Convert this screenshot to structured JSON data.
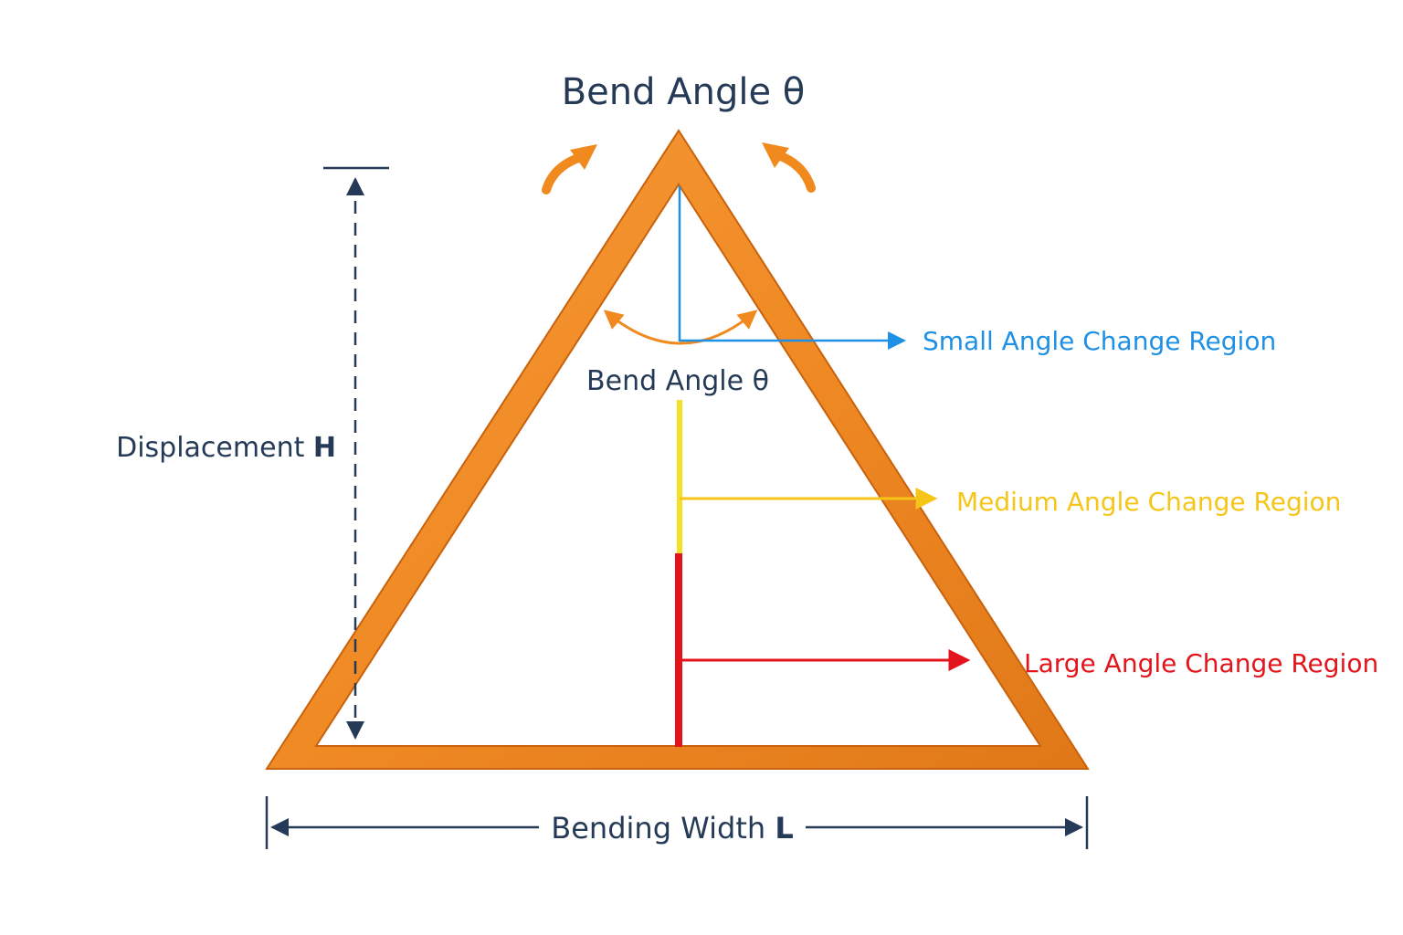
{
  "title": "Bend Angle θ",
  "inner_angle_label": "Bend Angle θ",
  "displacement": {
    "text": "Displacement ",
    "symbol": "H"
  },
  "width": {
    "text": "Bending Width ",
    "symbol": "L"
  },
  "regions": [
    {
      "label": "Small Angle Change Region",
      "color": "#1e90e6"
    },
    {
      "label": "Medium Angle Change Region",
      "color": "#f5c518"
    },
    {
      "label": "Large Angle Change Region",
      "color": "#e3141b"
    }
  ],
  "colors": {
    "frame": "#f08a24",
    "frame_dark": "#d86e10",
    "text_dark": "#243a56",
    "arrow_orange": "#f08a1e"
  }
}
